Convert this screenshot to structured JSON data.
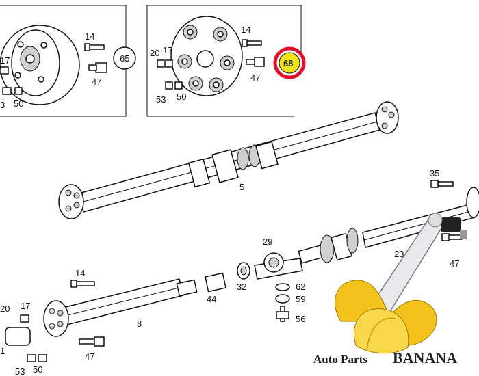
{
  "callouts": {
    "c14a": "14",
    "c17a": "17",
    "c47a": "47",
    "c50a": "50",
    "c3a": "3",
    "c65": "65",
    "c20b": "20",
    "c17b": "17",
    "c14b": "14",
    "c47b": "47",
    "c53b": "53",
    "c50b": "50",
    "c68": "68",
    "c5": "5",
    "c35": "35",
    "c47c": "47",
    "c23": "23",
    "c29": "29",
    "c14d": "14",
    "c20d": "20",
    "c17d": "17",
    "c1d": "1",
    "c8": "8",
    "c44": "44",
    "c32": "32",
    "c62": "62",
    "c59": "59",
    "c56": "56",
    "c47d": "47",
    "c53d": "53",
    "c50d": "50"
  },
  "highlight": {
    "part": "68",
    "ring_color": "#e0102a",
    "fill_color": "#f2e21a"
  },
  "brand": {
    "text_a": "Auto Parts",
    "text_b": "BANANA",
    "banana_color": "#f4c21b"
  }
}
